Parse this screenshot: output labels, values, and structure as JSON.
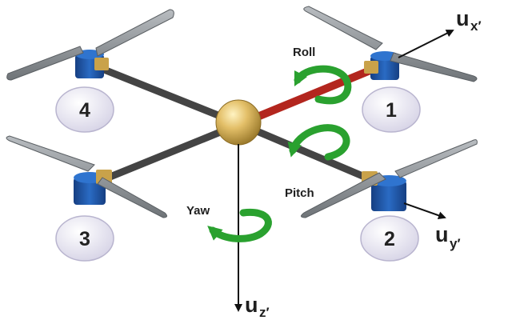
{
  "rotations": {
    "roll": "Roll",
    "pitch": "Pitch",
    "yaw": "Yaw"
  },
  "axes": {
    "x": {
      "main": "u",
      "sub": "x′"
    },
    "y": {
      "main": "u",
      "sub": "y′"
    },
    "z": {
      "main": "u",
      "sub": "z′"
    }
  },
  "motors": [
    "1",
    "2",
    "3",
    "4"
  ],
  "colors": {
    "roll_arm": "#b3261e",
    "arm": "#444444",
    "hub": "#d9b45c",
    "motor": "#1f57a8",
    "mount": "#c9a24a",
    "propeller": "#8d9297",
    "rotation_arrow": "#2aa12f",
    "badge": "#eceaf6"
  }
}
